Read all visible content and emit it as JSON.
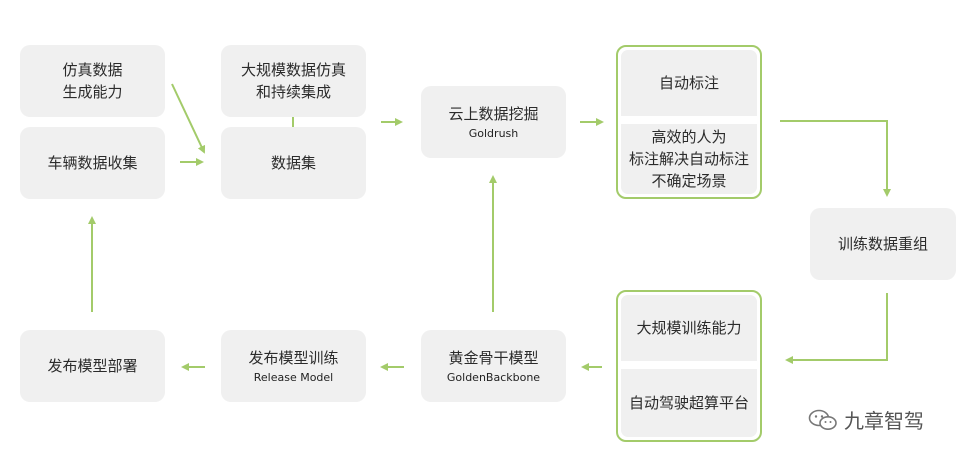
{
  "nodes": {
    "sim_capability": "仿真数据\n生成能力",
    "vehicle_collect": "车辆数据收集",
    "large_sim": "大规模数据仿真\n和持续集成",
    "dataset": "数据集",
    "cloud_mining": "云上数据挖掘",
    "cloud_mining_en": "Goldrush",
    "auto_label": "自动标注",
    "human_label": "高效的人为\n标注解决自动标注\n不确定场景",
    "train_regroup": "训练数据重组",
    "large_train": "大规模训练能力",
    "supercompute": "自动驾驶超算平台",
    "backbone": "黄金骨干模型",
    "backbone_en": "GoldenBackbone",
    "release_train": "发布模型训练",
    "release_train_en": "Release Model",
    "deploy": "发布模型部署"
  },
  "watermark": "九章智驾",
  "colors": {
    "arrow": "#a3cb6a",
    "box": "#f0f0f0",
    "border": "#a3cb6a"
  }
}
